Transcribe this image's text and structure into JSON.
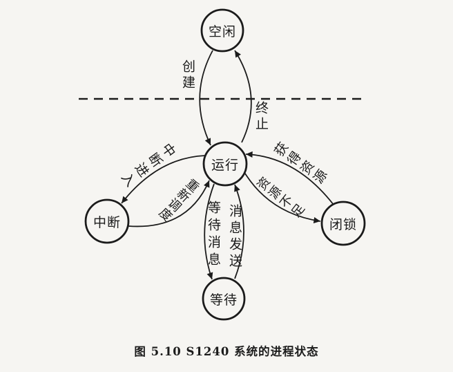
{
  "figure": {
    "caption": "图 5.10  S1240 系统的进程状态"
  },
  "nodes": [
    {
      "id": "idle",
      "label": "空闲"
    },
    {
      "id": "running",
      "label": "运行"
    },
    {
      "id": "interrupted",
      "label": "中断"
    },
    {
      "id": "locked",
      "label": "闭锁"
    },
    {
      "id": "waiting",
      "label": "等待"
    }
  ],
  "edges": [
    {
      "from": "空闲",
      "to": "运行",
      "label": "创建"
    },
    {
      "from": "运行",
      "to": "空闲",
      "label": "终止"
    },
    {
      "from": "运行",
      "to": "中断",
      "label": "中断进入"
    },
    {
      "from": "中断",
      "to": "运行",
      "label": "重新调度"
    },
    {
      "from": "闭锁",
      "to": "运行",
      "label": "获得资源"
    },
    {
      "from": "运行",
      "to": "闭锁",
      "label": "资源不足"
    },
    {
      "from": "运行",
      "to": "等待",
      "label": "等待消息"
    },
    {
      "from": "等待",
      "to": "运行",
      "label": "消息发送"
    }
  ],
  "colors": {
    "ink": "#1b1b1b",
    "paper": "#f6f5f2"
  }
}
